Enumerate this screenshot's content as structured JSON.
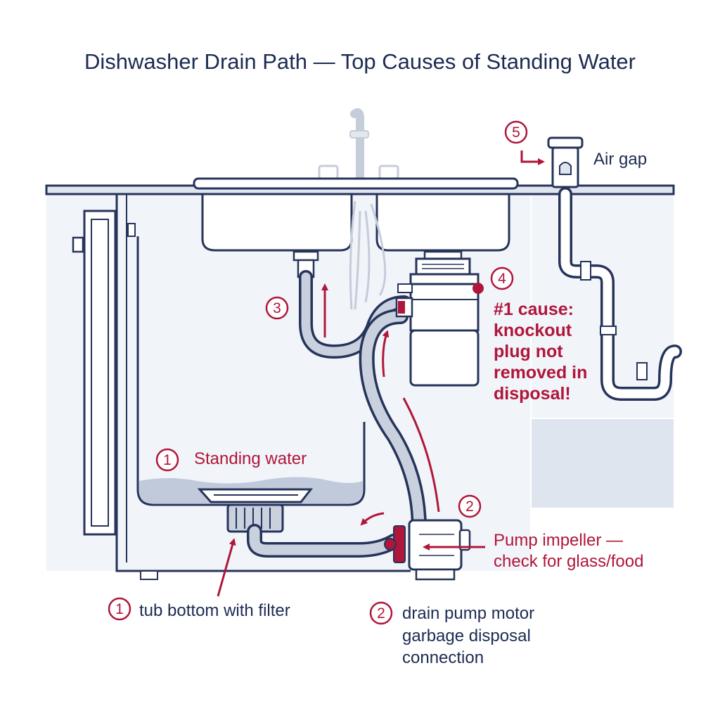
{
  "title": "Dishwasher Drain Path — Top Causes of Standing Water",
  "callouts": {
    "standing_water": {
      "number": "1",
      "text": "Standing water"
    },
    "tub_bottom": {
      "number": "1",
      "text": "tub bottom with filter"
    },
    "drain_pump": {
      "number": "2",
      "lines": [
        "drain pump motor",
        "garbage disposal",
        "connection"
      ]
    },
    "pump_marker": {
      "number": "2"
    },
    "impeller": {
      "lines": [
        "Pump impeller —",
        "check for glass/food"
      ]
    },
    "hose_loop": {
      "number": "3"
    },
    "disposal": {
      "number": "4",
      "lines": [
        "#1 cause:",
        "knockout",
        "plug not",
        "removed in",
        "disposal!"
      ]
    },
    "air_gap": {
      "number": "5",
      "text": "Air gap"
    }
  },
  "colors": {
    "navy": "#1c2b52",
    "accent_red": "#b0163a",
    "hose_fill": "#c9d0de",
    "cabinet_fill": "#eef1f7",
    "water": "#b7c2d6"
  }
}
